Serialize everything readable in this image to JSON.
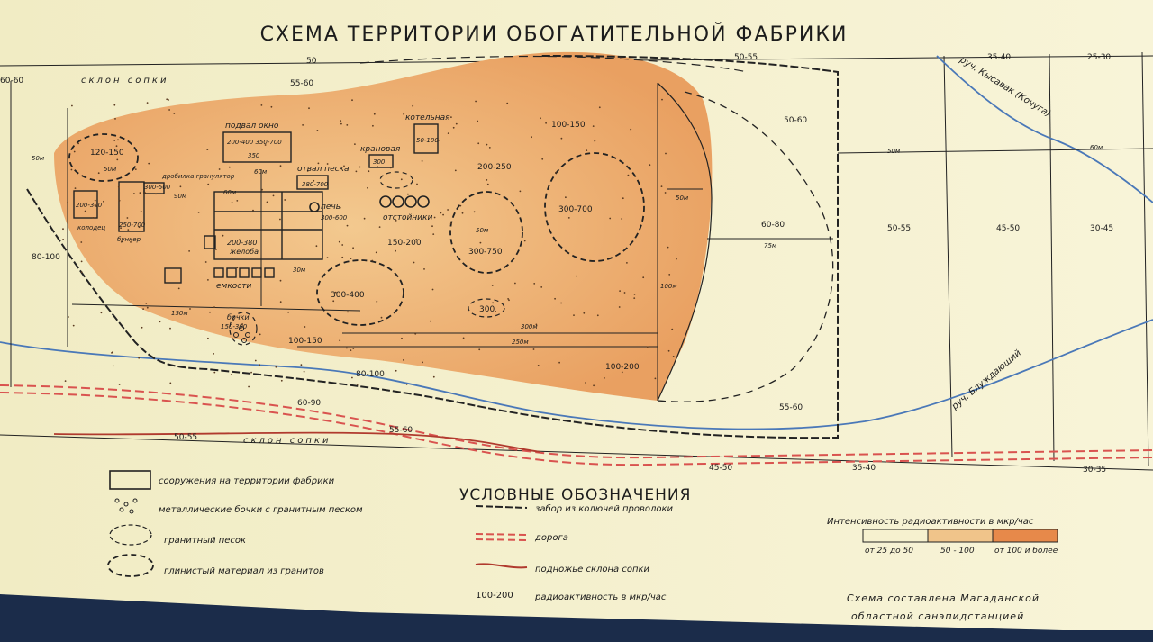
{
  "title": "СХЕМА ТЕРРИТОРИИ ОБОГАТИТЕЛЬНОЙ ФАБРИКИ",
  "colors": {
    "paper": "#f6f1cf",
    "zone_low": "#f6f1cf",
    "zone_mid": "#f0c48a",
    "zone_high": "#e7894a",
    "road": "#d9534f",
    "slope": "#b03a2e",
    "stream": "#4a78b8",
    "ink": "#1c1c1c",
    "background": "#1b2c4a"
  },
  "map": {
    "slope_top": "склон сопки",
    "slope_bottom": "склон сопки",
    "stream_upper": "руч. Кысавак (Кочуга)",
    "stream_lower": "руч. Блуждающий",
    "facilities": {
      "basement": "подвал окно",
      "basement_vals": "200-400   350-700",
      "basement_val2": "350",
      "sand_dump": "отвал песка",
      "sand_dump_val": "380-700",
      "boiler_house": "котельная",
      "boiler_val": "50-100",
      "crane": "крановая",
      "crane_val": "300",
      "furnace": "печь",
      "furnace_val": "300-600",
      "settlers": "отстойники",
      "crusher": "бункер",
      "granulator": "дробилка гранулятор",
      "colondun": "колодец",
      "troughs": "желоба",
      "troughs_val": "200-380",
      "tanks": "емкости",
      "barrels": "бочки",
      "barrels_val": "150-300",
      "small_vals": [
        "200-300",
        "250-700",
        "300-500"
      ]
    },
    "zone_values": [
      "120-150",
      "100-150",
      "200-250",
      "300-700",
      "300-750",
      "150-200",
      "300-400",
      "300",
      "100-150",
      "100-200",
      "50-60",
      "60-80",
      "55-60",
      "50-55",
      "45-50",
      "30-45",
      "35-40",
      "25-30",
      "80-100",
      "60-90",
      "50-55",
      "55-60",
      "45-50",
      "35-40",
      "30-35",
      "50",
      "55-60",
      "50-55",
      "80-100",
      "60-60"
    ],
    "distances": [
      "50м",
      "60м",
      "50м",
      "50м",
      "90м",
      "150м",
      "30м",
      "60м",
      "300м",
      "250м",
      "100м",
      "50м",
      "75м",
      "50м",
      "60м"
    ]
  },
  "legend": {
    "title": "УСЛОВНЫЕ ОБОЗНАЧЕНИЯ",
    "items_left": [
      {
        "icon": "rectangle-icon",
        "label": "сооружения на территории фабрики"
      },
      {
        "icon": "barrels-icon",
        "label": "металлические бочки с гранитным песком"
      },
      {
        "icon": "dashed-oval-icon",
        "label": "гранитный песок"
      },
      {
        "icon": "dashed-oval-bold-icon",
        "label": "глинистый материал из гранитов"
      }
    ],
    "items_right": [
      {
        "icon": "barbed-wire-icon",
        "label": "забор из колючей проволоки"
      },
      {
        "icon": "road-icon",
        "label": "дорога"
      },
      {
        "icon": "slope-foot-icon",
        "label": "подножье склона сопки"
      },
      {
        "icon": "value-sample-icon",
        "sample": "100-200",
        "label": "радиоактивность в мкр/час"
      }
    ],
    "intensity": {
      "title": "Интенсивность радиоактивности в мкр/час",
      "ranges": [
        "от 25 до 50",
        "50 - 100",
        "от 100 и более"
      ]
    },
    "credit_line1": "Схема составлена Магаданской",
    "credit_line2": "областной санэпидстанцией"
  }
}
